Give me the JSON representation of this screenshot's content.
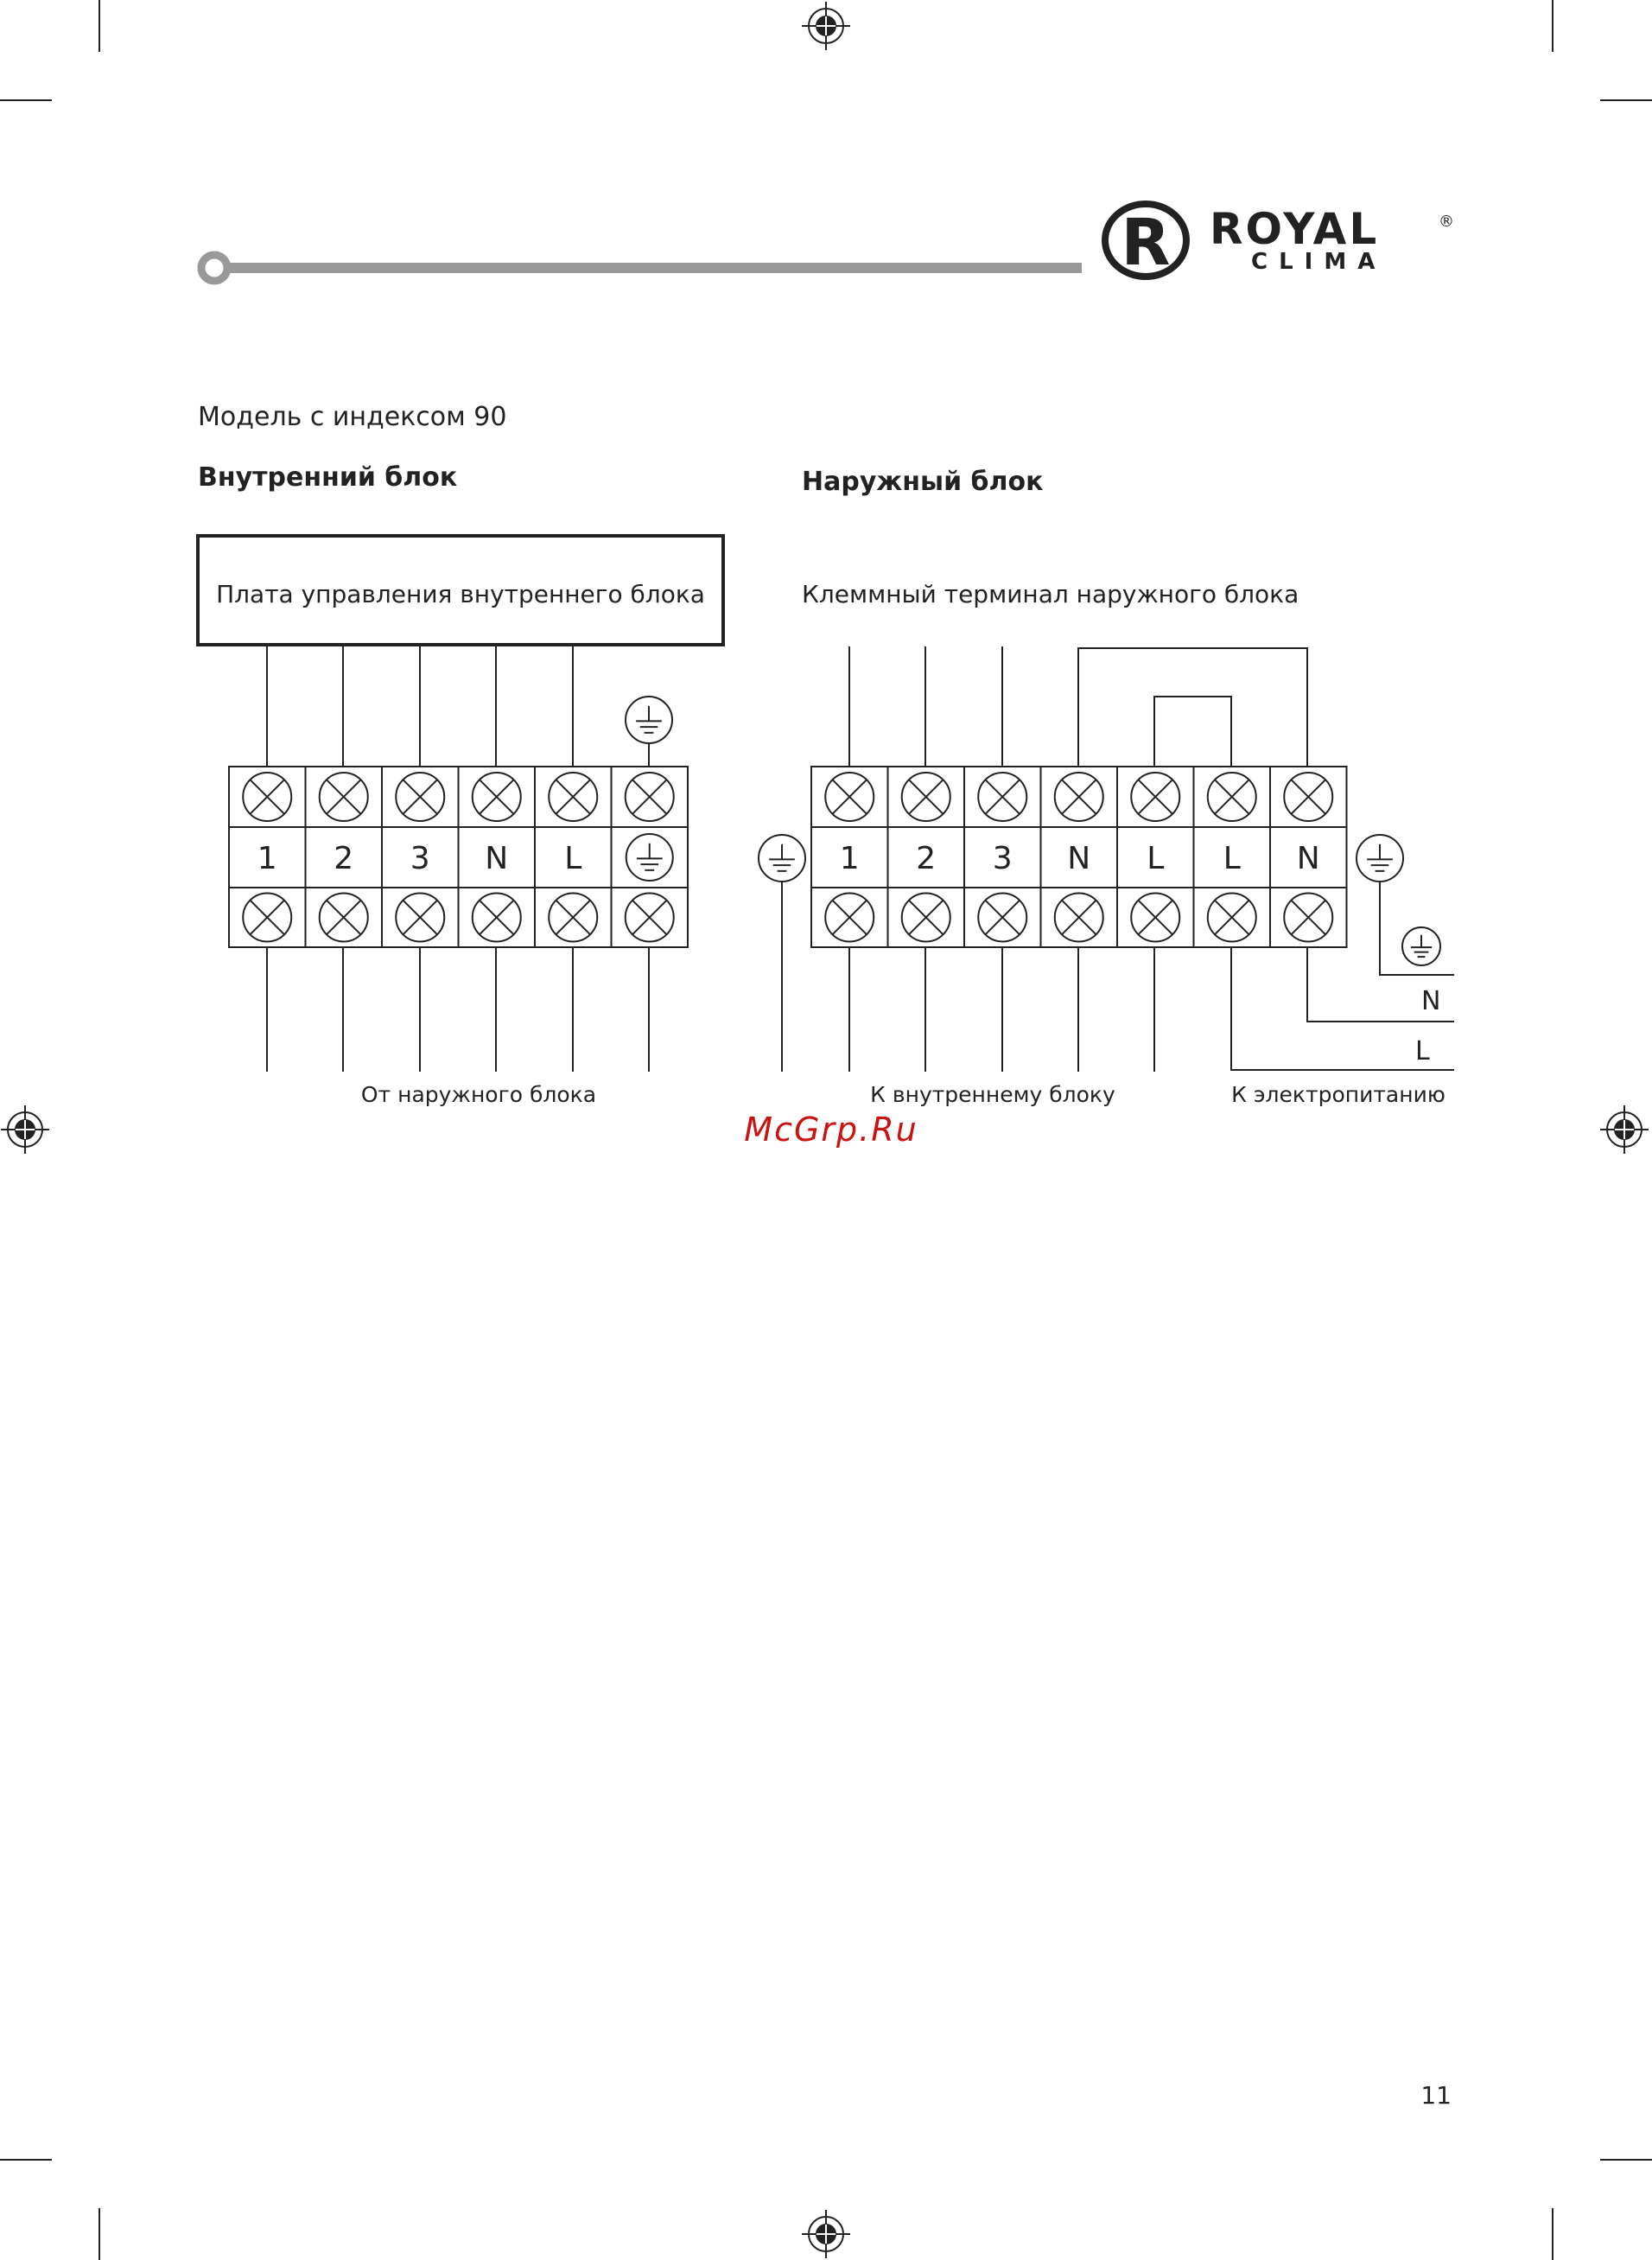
{
  "brand": {
    "name_top": "ROYAL",
    "name_bottom": "CLIMA",
    "registered_mark": "®",
    "logo_letter": "R"
  },
  "model_label": "Модель с индексом 90",
  "indoor": {
    "title": "Внутренний блок",
    "board_label": "Плата управления внутреннего блока",
    "terminals": [
      "1",
      "2",
      "3",
      "N",
      "L"
    ],
    "bottom_caption": "От наружного блока"
  },
  "outdoor": {
    "title": "Наружный блок",
    "terminal_label": "Клеммный терминал наружного блока",
    "terminals": [
      "1",
      "2",
      "3",
      "N",
      "L",
      "L",
      "N"
    ],
    "power_labels": [
      "N",
      "L"
    ],
    "caption_indoor": "К внутреннему блоку",
    "caption_power": "К электропитанию"
  },
  "watermark": "McGrp.Ru",
  "page_number": "11",
  "colors": {
    "line": "#222222",
    "bar": "#999999",
    "watermark": "#cc1111"
  }
}
